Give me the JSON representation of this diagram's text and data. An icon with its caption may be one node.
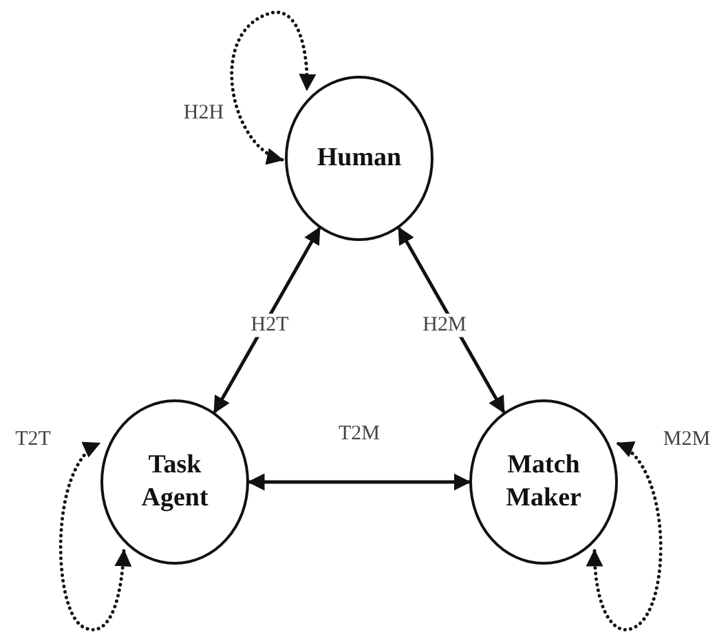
{
  "diagram": {
    "nodes": [
      {
        "text": [
          "Human"
        ]
      },
      {
        "text": [
          "Task Agent"
        ]
      },
      {
        "text": [
          "Match Maker"
        ]
      }
    ],
    "edges": [
      {
        "from": 0,
        "to": 0,
        "arrow": "both",
        "label": "H2H",
        "style": "dashed"
      },
      {
        "from": 0,
        "to": 1,
        "arrow": "both",
        "label": "H2T"
      },
      {
        "from": 0,
        "to": 2,
        "arrow": "both",
        "label": "H2M"
      },
      {
        "from": 1,
        "to": 1,
        "arrow": "both",
        "label": "T2T",
        "style": "dashed"
      },
      {
        "from": 1,
        "to": 2,
        "arrow": "both",
        "label": "T2M"
      },
      {
        "from": 2,
        "to": 2,
        "arrow": "both",
        "label": "M2M",
        "style": "dashed"
      }
    ]
  }
}
